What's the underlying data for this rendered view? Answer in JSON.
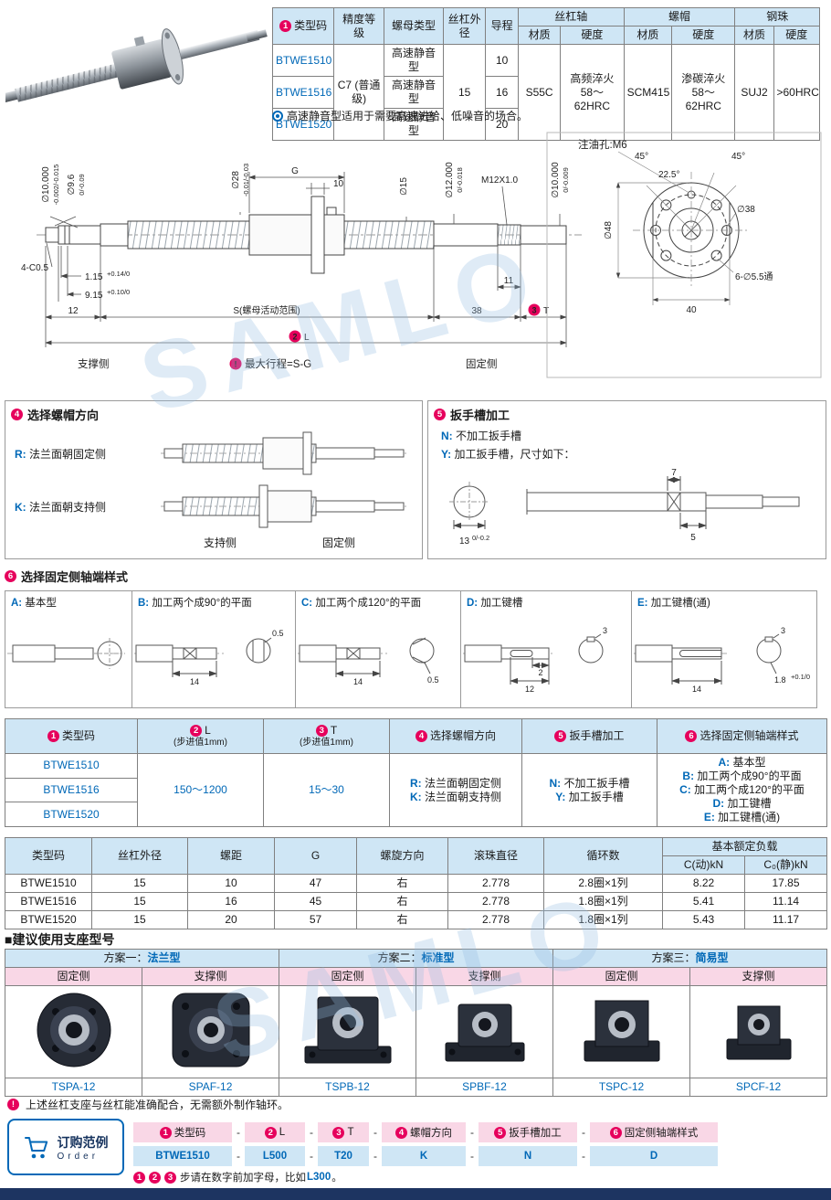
{
  "colors": {
    "accent_blue": "#0068b7",
    "badge_pink": "#e6005c",
    "table_header_blue": "#cfe6f5",
    "table_header_pink": "#f9d7e6",
    "footer_navy": "#1d3461"
  },
  "watermark": "SAMLO",
  "symbols": {
    "excl": "!"
  },
  "top_table": {
    "badge": "1",
    "h_type": "类型码",
    "h_precision": "精度等级",
    "h_nut_type": "螺母类型",
    "h_od": "丝杠外径",
    "h_lead": "导程",
    "h_shaft": "丝杠轴",
    "h_nut": "螺帽",
    "h_ball": "钢珠",
    "h_material": "材质",
    "h_hardness": "硬度",
    "precision": "C7 (普通级)",
    "od": "15",
    "shaft_material": "S55C",
    "shaft_hardness": "高频淬火 58～62HRC",
    "nut_material": "SCM415",
    "nut_hardness": "渗碳淬火 58～62HRC",
    "ball_material": "SUJ2",
    "ball_hardness": ">60HRC",
    "rows": [
      {
        "code": "BTWE1510",
        "nut_type": "高速静音型",
        "lead": "10"
      },
      {
        "code": "BTWE1516",
        "nut_type": "高速静音型",
        "lead": "16"
      },
      {
        "code": "BTWE1520",
        "nut_type": "高速静音型",
        "lead": "20"
      }
    ],
    "note": "高速静音型适用于需要高速进给、低噪音的场合。"
  },
  "drawing": {
    "oil_hole": "注油孔:M6",
    "angle_left": "45°",
    "angle_right": "45°",
    "angle_mid": "22.5°",
    "dia38": "∅38",
    "dia48": "∅48",
    "holes": "6-∅5.5通",
    "flange_width": "40",
    "dia10_left": "∅10.000",
    "dia10_left_tol": "-0.002/-0.015",
    "dia96": "∅9.6",
    "dia96_tol": "0/-0.09",
    "dim_g": "G",
    "dim_10": "10",
    "dia28": "∅28",
    "dia28_tol": "-0.01/-0.03",
    "dia15": "∅15",
    "dia12": "∅12.000",
    "dia12_tol": "0/-0.018",
    "m12": "M12X1.0",
    "dia10_right": "∅10.000",
    "dia10_right_tol": "0/-0.009",
    "chamfer": "4-C0.5",
    "dim_115": "1.15",
    "dim_115_tol": "+0.14/0",
    "dim_915": "9.15",
    "dim_915_tol": "+0.10/0",
    "dim_12": "12",
    "dim_s": "S(螺母活动范围)",
    "dim_38": "38",
    "dim_11": "11",
    "badge_t": "3",
    "dim_t": "T",
    "badge_l": "2",
    "dim_l": "L",
    "support_side": "支撑侧",
    "fixed_side": "固定侧",
    "stroke_note": "最大行程=S-G"
  },
  "section4": {
    "badge": "4",
    "title": "选择螺帽方向",
    "r_key": "R:",
    "r_text": "法兰面朝固定侧",
    "k_key": "K:",
    "k_text": "法兰面朝支持侧",
    "support_side": "支持侧",
    "fixed_side": "固定侧"
  },
  "section5": {
    "badge": "5",
    "title": "扳手槽加工",
    "n_key": "N:",
    "n_text": "不加工扳手槽",
    "y_key": "Y:",
    "y_text": "加工扳手槽，尺寸如下：",
    "dim_7": "7",
    "dim_13": "13",
    "dim_13_tol": "0/-0.2",
    "dim_5": "5"
  },
  "section6": {
    "badge": "6",
    "title": "选择固定侧轴端样式",
    "options": [
      {
        "key": "A:",
        "label": "基本型"
      },
      {
        "key": "B:",
        "label": "加工两个成90°的平面",
        "dim_len": "14",
        "dim_flat": "0.5"
      },
      {
        "key": "C:",
        "label": "加工两个成120°的平面",
        "dim_len": "14",
        "dim_flat": "0.5"
      },
      {
        "key": "D:",
        "label": "加工键槽",
        "dim_len": "12",
        "dim_off": "2",
        "dim_key": "3"
      },
      {
        "key": "E:",
        "label": "加工键槽(通)",
        "dim_len": "14",
        "dim_depth": "1.8",
        "dim_depth_tol": "+0.1/0",
        "dim_key": "3"
      }
    ]
  },
  "param_table": {
    "b1": "1",
    "h_type": "类型码",
    "b2": "2",
    "h_l": "L",
    "h_l_sub": "(步进值1mm)",
    "b3": "3",
    "h_t": "T",
    "h_t_sub": "(步进值1mm)",
    "b4": "4",
    "h_dir": "选择螺帽方向",
    "b5": "5",
    "h_wrench": "扳手槽加工",
    "b6": "6",
    "h_end": "选择固定侧轴端样式",
    "codes": [
      "BTWE1510",
      "BTWE1516",
      "BTWE1520"
    ],
    "l_range": "150～1200",
    "t_range": "15～30",
    "dir_r_key": "R:",
    "dir_r": "法兰面朝固定侧",
    "dir_k_key": "K:",
    "dir_k": "法兰面朝支持侧",
    "wr_n_key": "N:",
    "wr_n": "不加工扳手槽",
    "wr_y_key": "Y:",
    "wr_y": "加工扳手槽",
    "end_a_key": "A:",
    "end_a": "基本型",
    "end_b_key": "B:",
    "end_b": "加工两个成90°的平面",
    "end_c_key": "C:",
    "end_c": "加工两个成120°的平面",
    "end_d_key": "D:",
    "end_d": "加工键槽",
    "end_e_key": "E:",
    "end_e": "加工键槽(通)"
  },
  "spec_table": {
    "h_type": "类型码",
    "h_od": "丝杠外径",
    "h_pitch": "螺距",
    "h_g": "G",
    "h_dir": "螺旋方向",
    "h_ball_dia": "滚珠直径",
    "h_circuits": "循环数",
    "h_load": "基本额定负载",
    "h_load_dyn": "C(动)kN",
    "h_load_stat": "C₀(静)kN",
    "rows": [
      {
        "code": "BTWE1510",
        "od": "15",
        "pitch": "10",
        "g": "47",
        "dir": "右",
        "ball": "2.778",
        "circ": "2.8圈×1列",
        "c_dyn": "8.22",
        "c_stat": "17.85"
      },
      {
        "code": "BTWE1516",
        "od": "15",
        "pitch": "16",
        "g": "45",
        "dir": "右",
        "ball": "2.778",
        "circ": "1.8圈×1列",
        "c_dyn": "5.41",
        "c_stat": "11.14"
      },
      {
        "code": "BTWE1520",
        "od": "15",
        "pitch": "20",
        "g": "57",
        "dir": "右",
        "ball": "2.778",
        "circ": "1.8圈×1列",
        "c_dyn": "5.43",
        "c_stat": "11.17"
      }
    ]
  },
  "support": {
    "title": "■建议使用支座型号",
    "plans": [
      {
        "prefix": "方案一：",
        "name": "法兰型",
        "fixed_label": "固定侧",
        "support_label": "支撑侧",
        "fixed_model": "TSPA-12",
        "support_model": "SPAF-12"
      },
      {
        "prefix": "方案二：",
        "name": "标准型",
        "fixed_label": "固定侧",
        "support_label": "支撑侧",
        "fixed_model": "TSPB-12",
        "support_model": "SPBF-12"
      },
      {
        "prefix": "方案三：",
        "name": "简易型",
        "fixed_label": "固定侧",
        "support_label": "支撑侧",
        "fixed_model": "TSPC-12",
        "support_model": "SPCF-12"
      }
    ],
    "note": "上述丝杠支座与丝杠能准确配合，无需额外制作轴环。"
  },
  "order": {
    "title": "订购范例",
    "subtitle": "Order",
    "sep": "-",
    "fields": [
      {
        "badge": "1",
        "label": "类型码",
        "value": "BTWE1510"
      },
      {
        "badge": "2",
        "label": "L",
        "value": "L500"
      },
      {
        "badge": "3",
        "label": "T",
        "value": "T20"
      },
      {
        "badge": "4",
        "label": "螺帽方向",
        "value": "K"
      },
      {
        "badge": "5",
        "label": "扳手槽加工",
        "value": "N"
      },
      {
        "badge": "6",
        "label": "固定侧轴端样式",
        "value": "D"
      }
    ],
    "note_b1": "1",
    "note_b2": "2",
    "note_b3": "3",
    "note_text": "步请在数字前加字母，比如",
    "note_code": "L300",
    "note_end": "。"
  }
}
